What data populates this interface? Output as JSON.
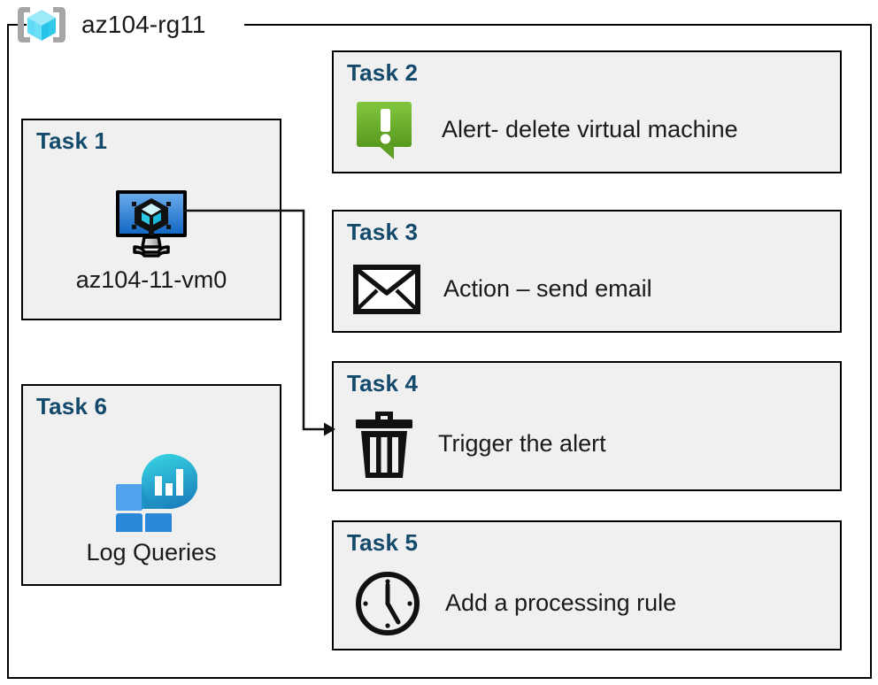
{
  "resource_group": {
    "name": "az104-rg11",
    "icon": "azure-resource-group-icon"
  },
  "cards": [
    {
      "id": "task1",
      "title": "Task 1",
      "label": "az104-11-vm0",
      "icon": "virtual-machine-icon",
      "column": "left"
    },
    {
      "id": "task2",
      "title": "Task 2",
      "label": "Alert- delete virtual machine",
      "icon": "alert-exclamation-icon",
      "column": "right"
    },
    {
      "id": "task3",
      "title": "Task 3",
      "label": "Action – send email",
      "icon": "envelope-icon",
      "column": "right"
    },
    {
      "id": "task4",
      "title": "Task 4",
      "label": "Trigger the alert",
      "icon": "trash-icon",
      "column": "right"
    },
    {
      "id": "task5",
      "title": "Task 5",
      "label": "Add a processing rule",
      "icon": "clock-icon",
      "column": "right"
    },
    {
      "id": "task6",
      "title": "Task 6",
      "label": "Log Queries",
      "icon": "log-analytics-icon",
      "column": "left"
    }
  ],
  "connector": {
    "name": "vm-to-task4-arrow",
    "from": "task1-vm-icon",
    "to": "task4-card"
  },
  "colors": {
    "card_background": "#f0f0f0",
    "card_border": "#000000",
    "task_title": "#13496b",
    "body_text": "#1a1a1a",
    "alert_green_light": "#7cc142",
    "alert_green_dark": "#5d9e27",
    "vm_blue_light": "#5b9fe8",
    "vm_blue_dark": "#1268c3",
    "log_tile_light": "#4fa3ef",
    "log_tile_dark": "#2b88d8",
    "log_circle_top": "#32cdde",
    "log_circle_bottom": "#1a7fbd",
    "rg_cube_light": "#9ce9fa",
    "rg_cube_mid": "#4fd7f3",
    "rg_cube_dark": "#23c4e8",
    "rg_bracket": "#a6a6a6"
  }
}
